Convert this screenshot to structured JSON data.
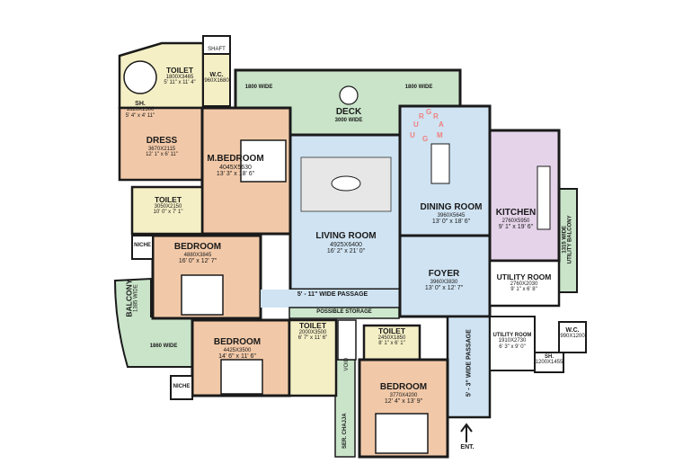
{
  "rooms": {
    "toilet_master": {
      "name": "TOILET",
      "size": "1800X3465",
      "imperial": "5' 11\" x 11' 4\""
    },
    "wc_top": {
      "name": "W.C.",
      "size": "960X1680"
    },
    "shaft": {
      "name": "SHAFT"
    },
    "shower_top": {
      "name": "SH.",
      "size": "1620X1500",
      "imperial": "5' 4\" x 4' 11\""
    },
    "dress": {
      "name": "DRESS",
      "size": "3670X2115",
      "imperial": "12' 1\" x 6' 11\""
    },
    "master_bedroom": {
      "name": "M.BEDROOM",
      "size": "4045X5630",
      "imperial": "13' 3\" x 18' 6\""
    },
    "toilet_left": {
      "name": "TOILET",
      "size": "3050X2150",
      "imperial": "10' 0\" x 7' 1\""
    },
    "niche_top": {
      "name": "NICHE"
    },
    "bedroom_left": {
      "name": "BEDROOM",
      "size": "4880X3845",
      "imperial": "16' 0\" x 12' 7\""
    },
    "balcony": {
      "name": "BALCONY",
      "width": "1385 WIDE"
    },
    "wide_1860": {
      "name": "1860 WIDE"
    },
    "bedroom_bottom_left": {
      "name": "BEDROOM",
      "size": "4425X3500",
      "imperial": "14' 6\" x 11' 6\""
    },
    "niche_bottom": {
      "name": "NICHE"
    },
    "toilet_mid": {
      "name": "TOILET",
      "size": "2000X3500",
      "imperial": "6' 7\" x 11' 6\""
    },
    "void": {
      "name": "VOID"
    },
    "ser_chajja": {
      "name": "SER. CHAJJA"
    },
    "toilet_center": {
      "name": "TOILET",
      "size": "2450X1850",
      "imperial": "8' 1\" x 6' 1\""
    },
    "bedroom_bottom": {
      "name": "BEDROOM",
      "size": "3770X4200",
      "imperial": "12' 4\" x 13' 9\""
    },
    "living_room": {
      "name": "LIVING ROOM",
      "size": "4925X6400",
      "imperial": "16' 2\" x 21' 0\""
    },
    "deck": {
      "name": "DECK",
      "width": "3000 WIDE"
    },
    "deck_left_wide": {
      "name": "1800 WIDE"
    },
    "deck_right_wide": {
      "name": "1800 WIDE"
    },
    "dining_room": {
      "name": "DINING ROOM",
      "size": "3960X5645",
      "imperial": "13' 0\" x 18' 6\""
    },
    "foyer": {
      "name": "FOYER",
      "size": "3960X3830",
      "imperial": "13' 0\" x 12' 7\""
    },
    "kitchen": {
      "name": "KITCHEN",
      "size": "2760X5950",
      "imperial": "9' 1\" x 19' 6\""
    },
    "utility_balcony": {
      "name": "UTILITY BALCONY",
      "width": "1315 WIDE"
    },
    "utility_room": {
      "name": "UTILITY ROOM",
      "size": "2760X2030",
      "imperial": "9' 1\" x 6' 8\""
    },
    "utility_room_small": {
      "name": "UTILITY ROOM",
      "size": "1910X2730",
      "imperial": "6' 3\" x 9' 0\""
    },
    "wc_right": {
      "name": "W.C.",
      "size": "990X1200"
    },
    "shower_right": {
      "name": "SH.",
      "size": "1200X1455"
    },
    "wide_passage": {
      "name": "5' - 11\" WIDE PASSAGE"
    },
    "possible_storage": {
      "name": "POSSIBLE STORAGE"
    },
    "wide_passage_vertical": {
      "name": "5' - 3\" WIDE PASSAGE"
    },
    "entrance": {
      "name": "ENT."
    }
  },
  "watermark": {
    "letters": [
      "R",
      "U",
      "G",
      "R",
      "A",
      "M",
      "G",
      "U"
    ]
  },
  "colors": {
    "master": "#f2c9a8",
    "living": "#cfe3f2",
    "deck": "#c9e4c9",
    "toilet": "#f5efc5",
    "kitchen": "#e5d3ea",
    "storage": "#cde8cd",
    "wall": "#1a1a1a"
  }
}
